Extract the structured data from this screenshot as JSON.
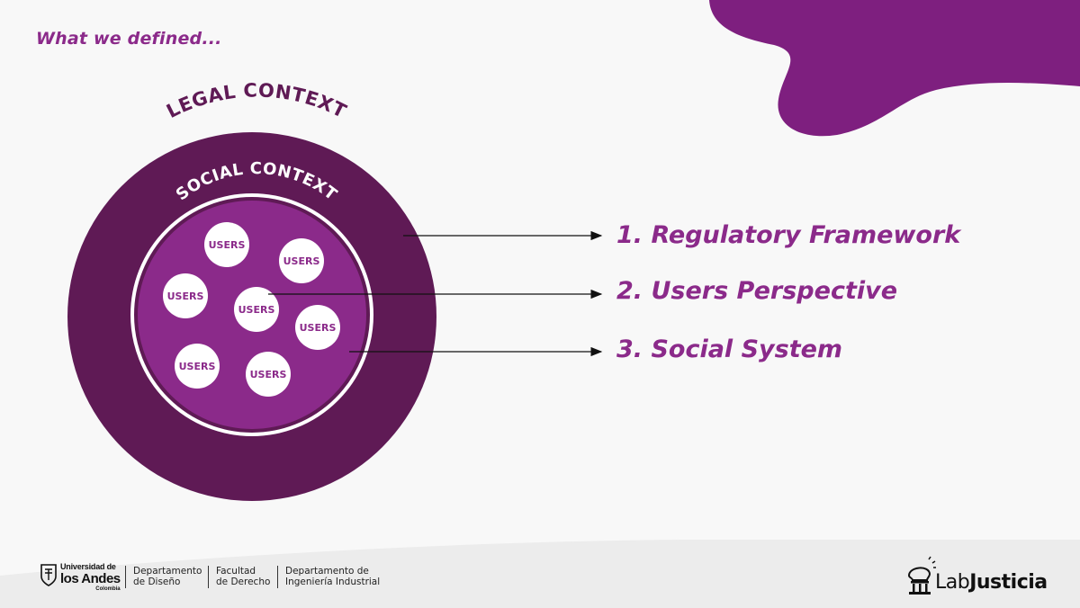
{
  "slide": {
    "title": "What we defined...",
    "outer_circle_label": "LEGAL CONTEXT",
    "inner_circle_label": "SOCIAL CONTEXT",
    "user_nodes": [
      "USERS",
      "USERS",
      "USERS",
      "USERS",
      "USERS",
      "USERS",
      "USERS"
    ],
    "items": [
      "1. Regulatory Framework",
      "2. Users Perspective",
      "3. Social System"
    ]
  },
  "footer": {
    "university_top": "Universidad de",
    "university_main": "los Andes",
    "university_country": "Colombia",
    "departments": [
      {
        "line1": "Departamento",
        "line2": "de Diseño"
      },
      {
        "line1": "Facultad",
        "line2": "de Derecho"
      },
      {
        "line1": "Departamento de",
        "line2": "Ingeniería Industrial"
      }
    ],
    "lab_name_part1": "Lab",
    "lab_name_part2": "Justicia"
  },
  "colors": {
    "outer_circle": "#5f1a55",
    "inner_circle": "#8b2a8a",
    "accent": "#8b2a8a",
    "blob": "#7e1f7f",
    "user_node": "#ffffff"
  },
  "icons": {
    "crest": "uniandes-crest-icon",
    "lab": "courthouse-lightbulb-icon"
  }
}
